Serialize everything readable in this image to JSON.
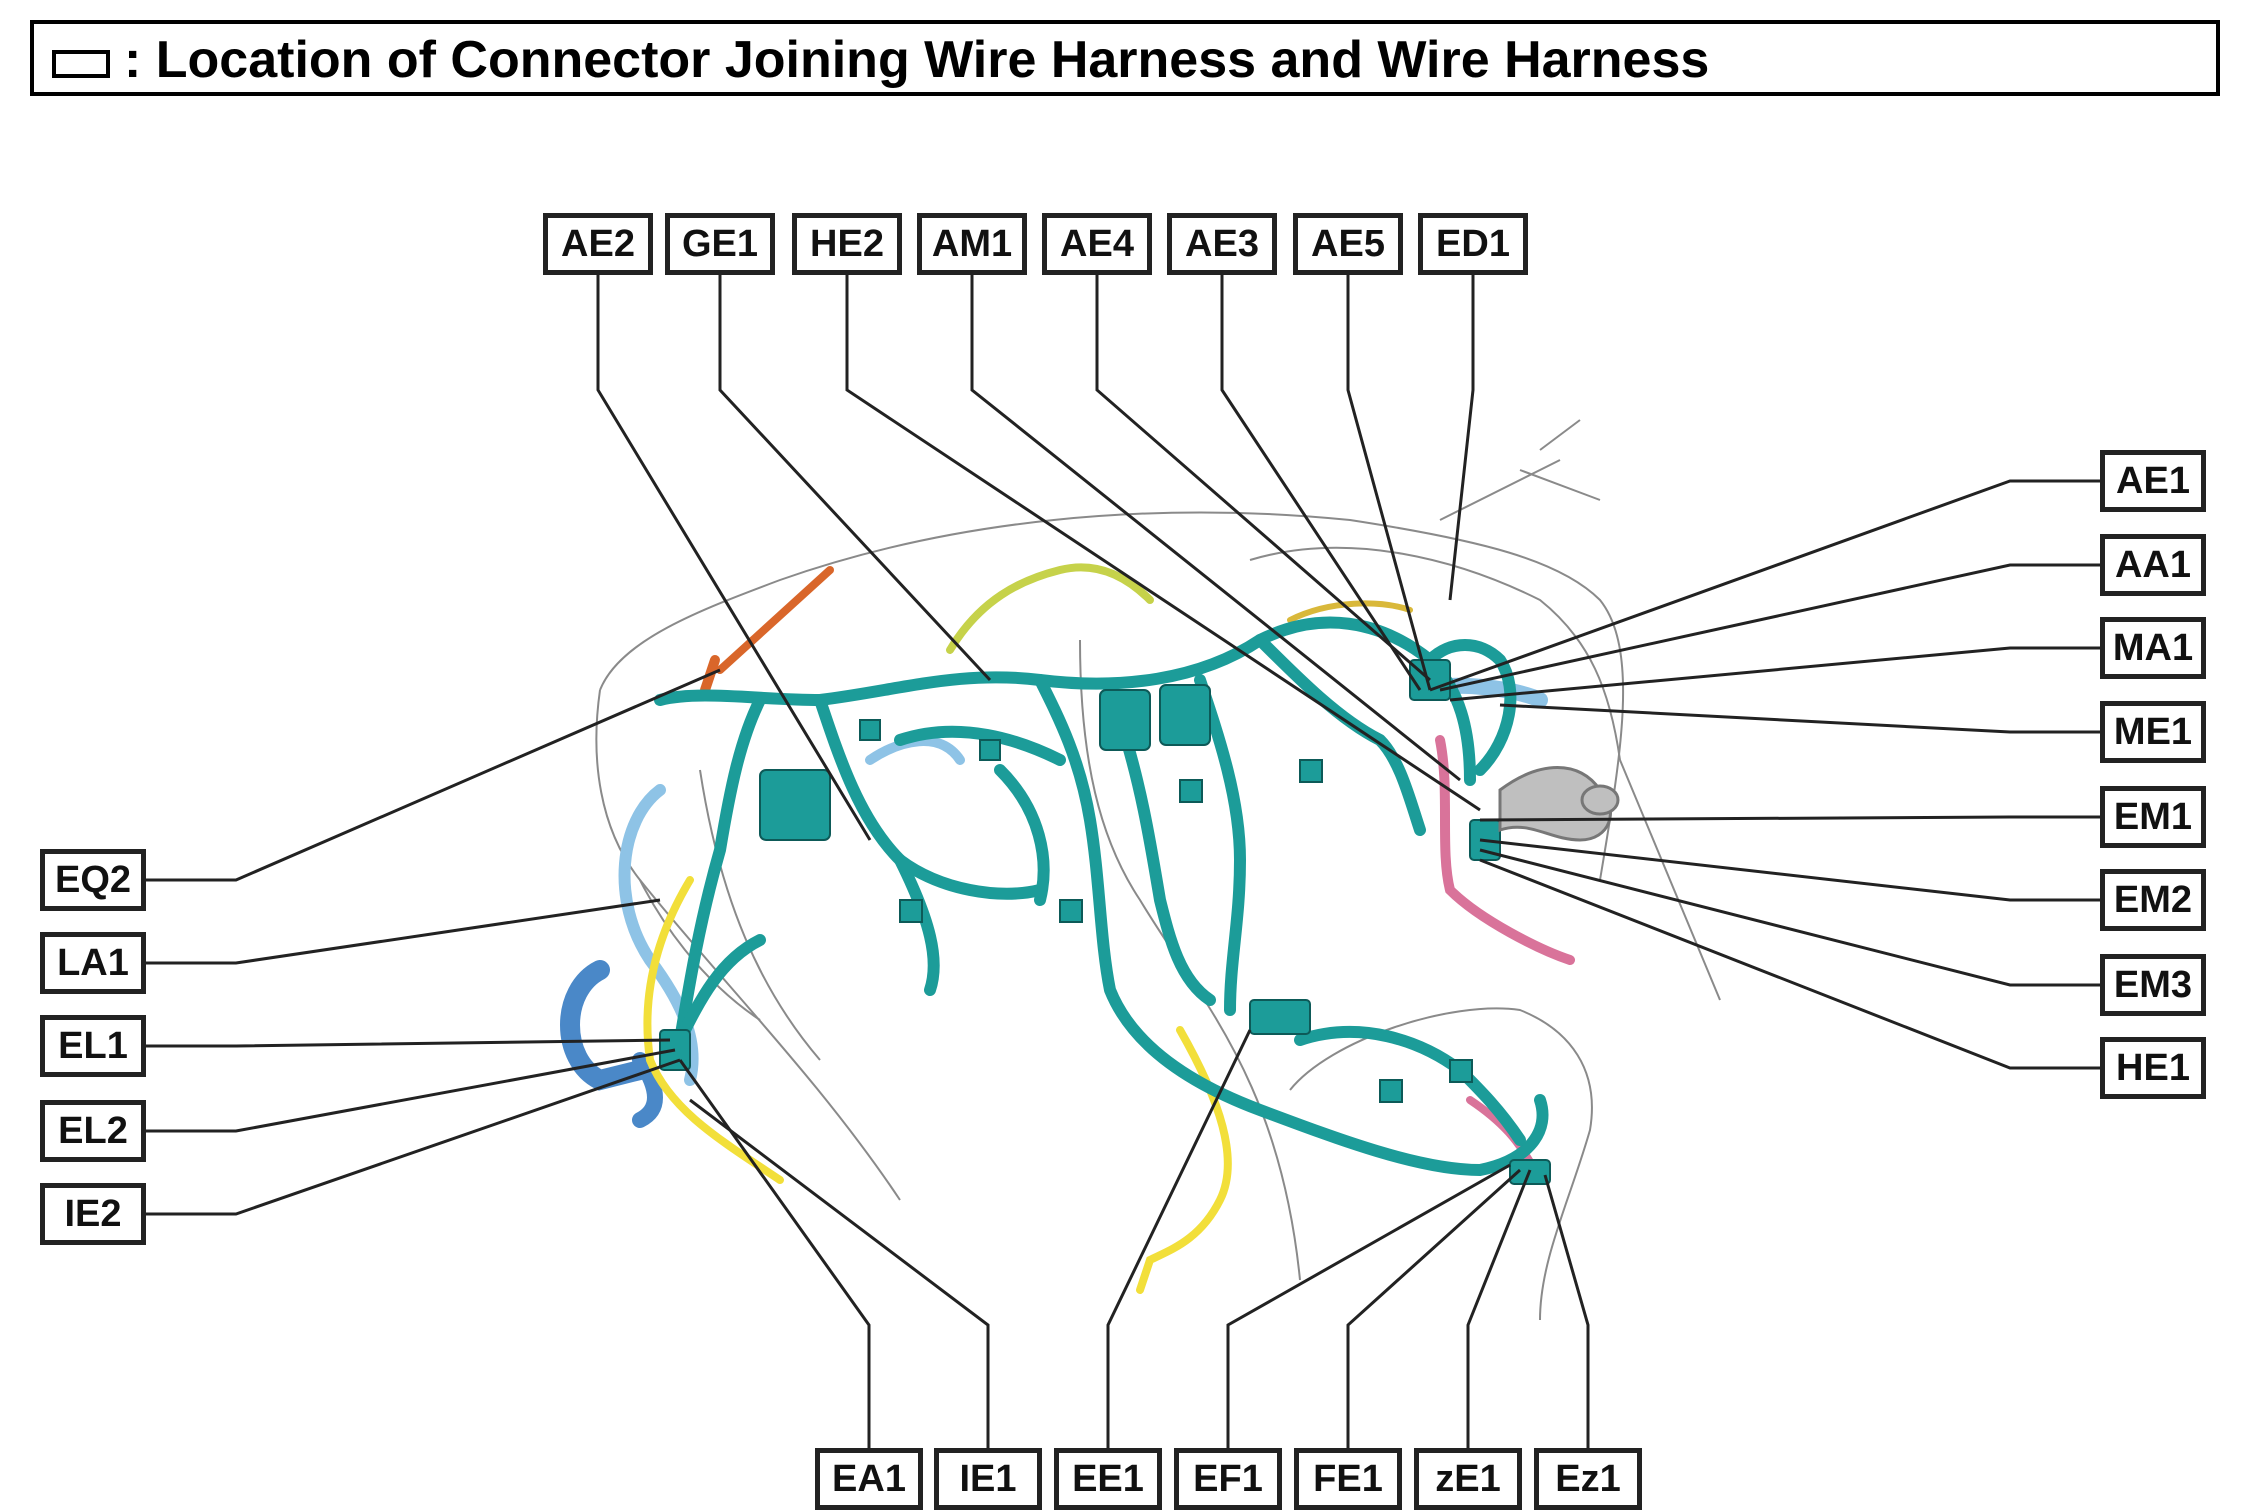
{
  "title": ": Location of Connector Joining Wire Harness and Wire Harness",
  "colors": {
    "harness_main": "#1c9c99",
    "harness_light": "#8ec3e6",
    "harness_blue": "#4a88c8",
    "harness_yellow": "#f2df3a",
    "harness_pink": "#d9739a",
    "harness_orange": "#d9662a",
    "harness_lime": "#c6d24a",
    "outline": "#8a8a8a"
  },
  "labels": {
    "top": [
      "AE2",
      "GE1",
      "HE2",
      "AM1",
      "AE4",
      "AE3",
      "AE5",
      "ED1"
    ],
    "right": [
      "AE1",
      "AA1",
      "MA1",
      "ME1",
      "EM1",
      "EM2",
      "EM3",
      "HE1"
    ],
    "left": [
      "EQ2",
      "LA1",
      "EL1",
      "EL2",
      "IE2"
    ],
    "bottom": [
      "EA1",
      "IE1",
      "EE1",
      "EF1",
      "FE1",
      "zE1",
      "Ez1"
    ]
  }
}
